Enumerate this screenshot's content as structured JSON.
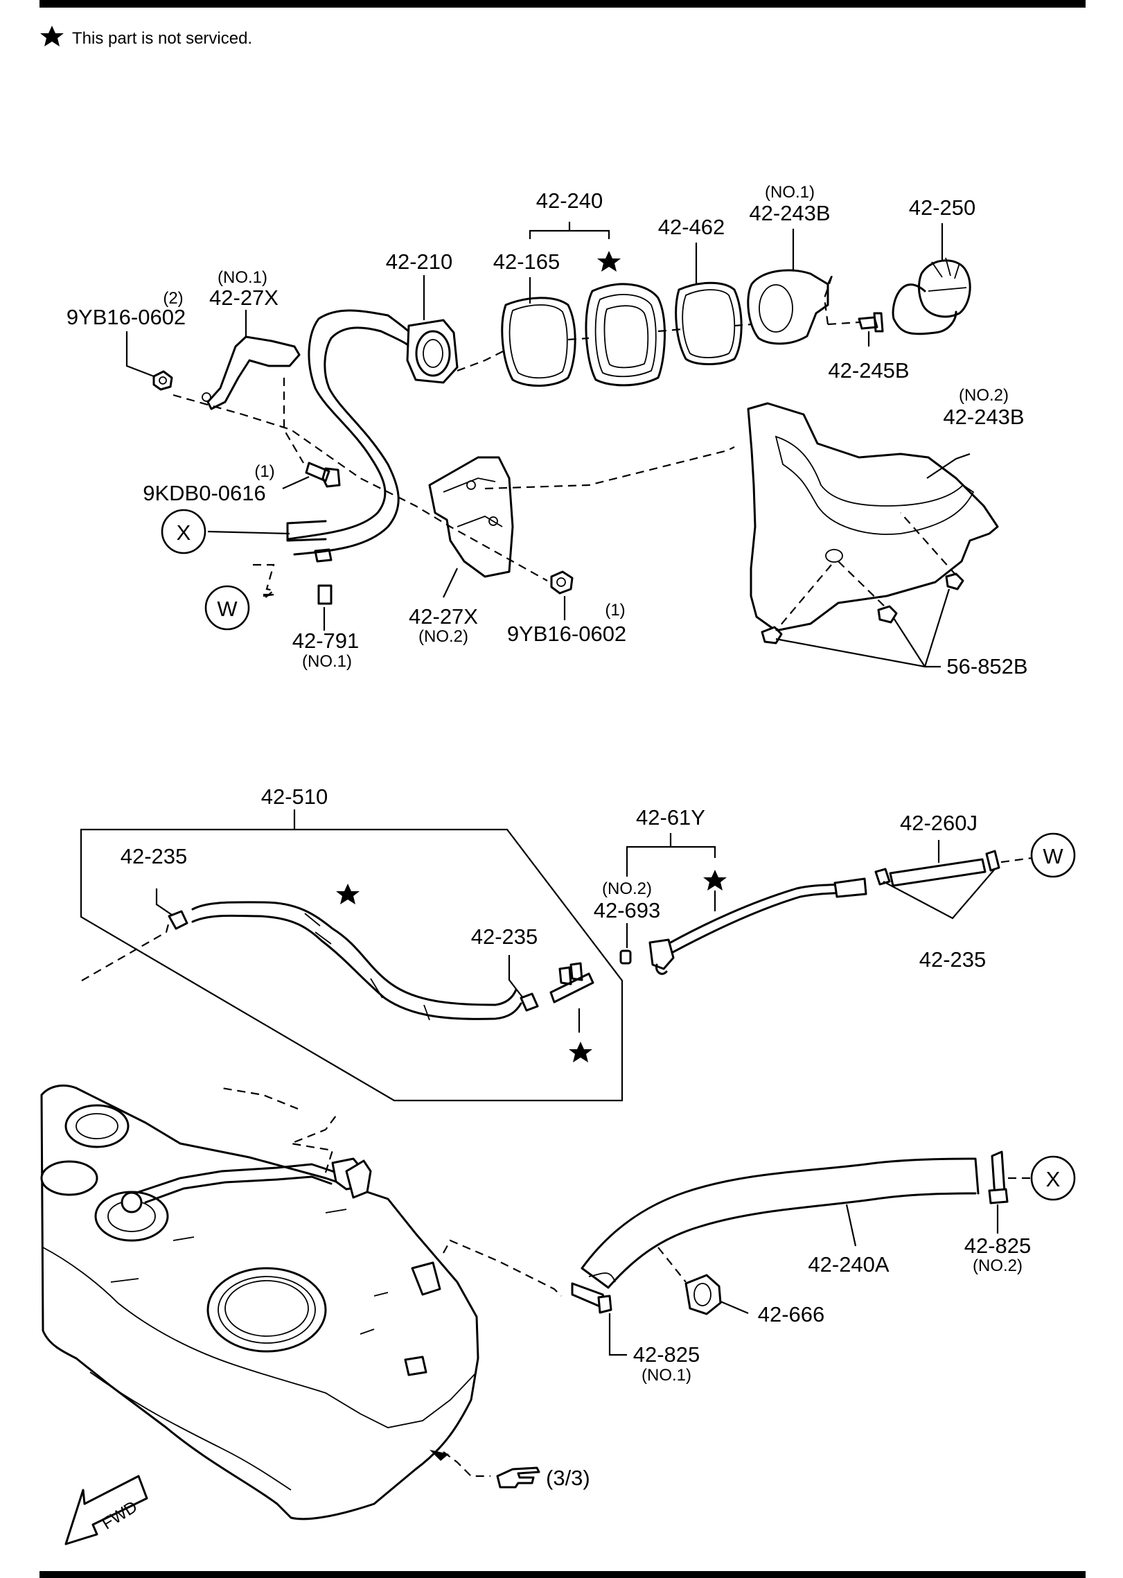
{
  "legend": {
    "note": "This part is not serviced."
  },
  "top_section": {
    "labels": {
      "p_42_240": "42-240",
      "p_42_165": "42-165",
      "p_42_462": "42-462",
      "p_42_243B_no1_qual": "(NO.1)",
      "p_42_243B_no1": "42-243B",
      "p_42_250": "42-250",
      "p_42_210": "42-210",
      "p_42_27X_no1_qual": "(NO.1)",
      "p_42_27X_no1": "42-27X",
      "p_9YB16_qty2": "(2)",
      "p_9YB16_0602_a": "9YB16-0602",
      "p_42_245B": "42-245B",
      "p_42_243B_no2_qual": "(NO.2)",
      "p_42_243B_no2": "42-243B",
      "p_9KDB0_qty1": "(1)",
      "p_9KDB0_0616": "9KDB0-0616",
      "ref_X": "X",
      "ref_W": "W",
      "p_42_791": "42-791",
      "p_42_791_qual": "(NO.1)",
      "p_42_27X_no2": "42-27X",
      "p_42_27X_no2_qual": "(NO.2)",
      "p_9YB16_qty1": "(1)",
      "p_9YB16_0602_b": "9YB16-0602",
      "p_56_852B": "56-852B"
    }
  },
  "middle_section": {
    "labels": {
      "p_42_510": "42-510",
      "p_42_235_a": "42-235",
      "p_42_235_b": "42-235",
      "p_42_61Y": "42-61Y",
      "p_42_693_qual": "(NO.2)",
      "p_42_693": "42-693",
      "p_42_260J": "42-260J",
      "ref_W": "W",
      "p_42_235_c": "42-235"
    }
  },
  "bottom_section": {
    "labels": {
      "ref_X": "X",
      "p_42_825_no2": "42-825",
      "p_42_825_no2_qual": "(NO.2)",
      "p_42_240A": "42-240A",
      "p_42_666": "42-666",
      "p_42_825_no1": "42-825",
      "p_42_825_no1_qual": "(NO.1)",
      "page_ref": "(3/3)",
      "fwd": "FWD"
    }
  }
}
